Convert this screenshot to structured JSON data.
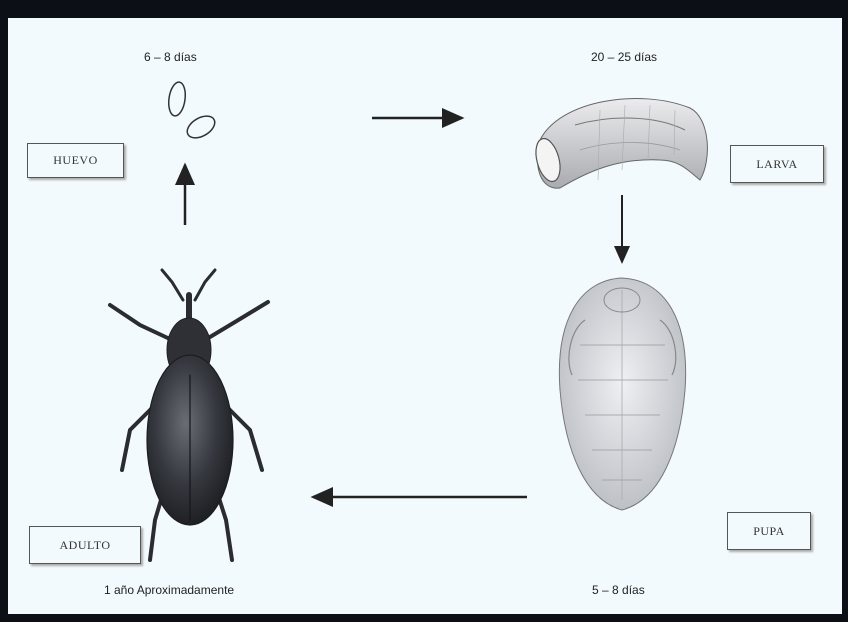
{
  "stages": {
    "egg": {
      "name": "HUEVO",
      "duration": "6 – 8 días"
    },
    "larva": {
      "name": "LARVA",
      "duration": "20 – 25 días"
    },
    "pupa": {
      "name": "PUPA",
      "duration": "5 – 8 días"
    },
    "adult": {
      "name": "ADULTO",
      "duration": "1 año Aproximadamente"
    }
  },
  "colors": {
    "background": "#f3fafd",
    "frame": "#0d0f16",
    "arrow": "#222222"
  }
}
